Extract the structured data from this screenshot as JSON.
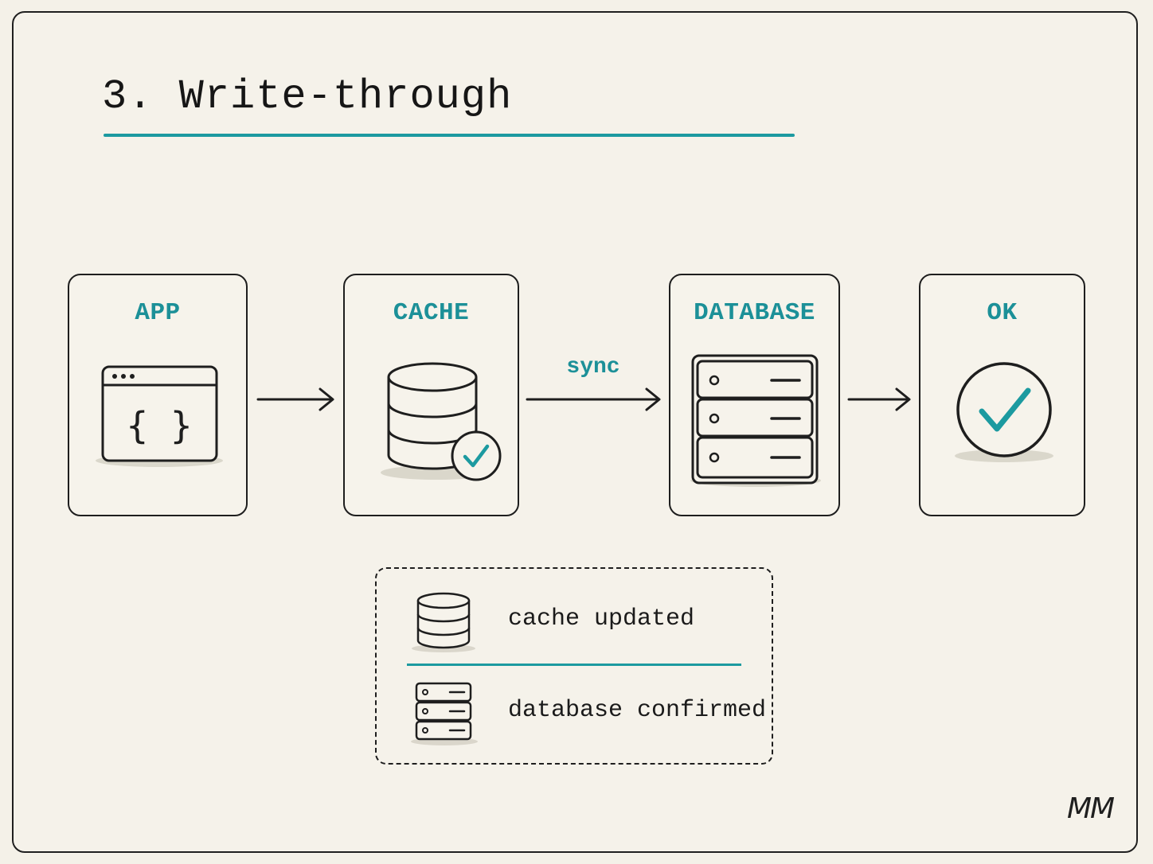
{
  "header": {
    "title": "3. Write-through"
  },
  "nodes": [
    {
      "id": "app",
      "label": "APP",
      "icon": "code-window-icon"
    },
    {
      "id": "cache",
      "label": "CACHE",
      "icon": "database-check-icon"
    },
    {
      "id": "database",
      "label": "DATABASE",
      "icon": "server-rack-icon"
    },
    {
      "id": "ok",
      "label": "OK",
      "icon": "checkmark-circle-icon"
    }
  ],
  "edges": [
    {
      "from": "app",
      "to": "cache",
      "label": ""
    },
    {
      "from": "cache",
      "to": "database",
      "label": "sync"
    },
    {
      "from": "database",
      "to": "ok",
      "label": ""
    }
  ],
  "legend": {
    "items": [
      {
        "icon": "database-icon",
        "text": "cache updated"
      },
      {
        "icon": "server-rack-icon",
        "text": "database confirmed"
      }
    ]
  },
  "signature": "MM",
  "colors": {
    "accent": "#1c9aa0",
    "ink": "#1e1e1e",
    "paper": "#f5f2ea"
  }
}
